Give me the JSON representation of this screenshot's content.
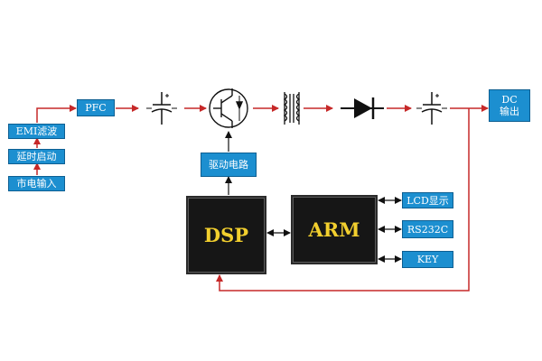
{
  "blocks": {
    "mains_input": "市电输入",
    "delay_start": "延时启动",
    "emi_filter": "EMI滤波",
    "pfc": "PFC",
    "driver_circuit": "驱动电路",
    "dc_output": "DC\n输出",
    "lcd_display": "LCD显示",
    "rs232c": "RS232C",
    "key": "KEY"
  },
  "chips": {
    "dsp": "DSP",
    "arm": "ARM"
  },
  "colors": {
    "box_fill": "#1c8fd0",
    "arrow_red": "#c62828",
    "chip_fill": "#161616",
    "chip_text": "#f2cf2e"
  }
}
